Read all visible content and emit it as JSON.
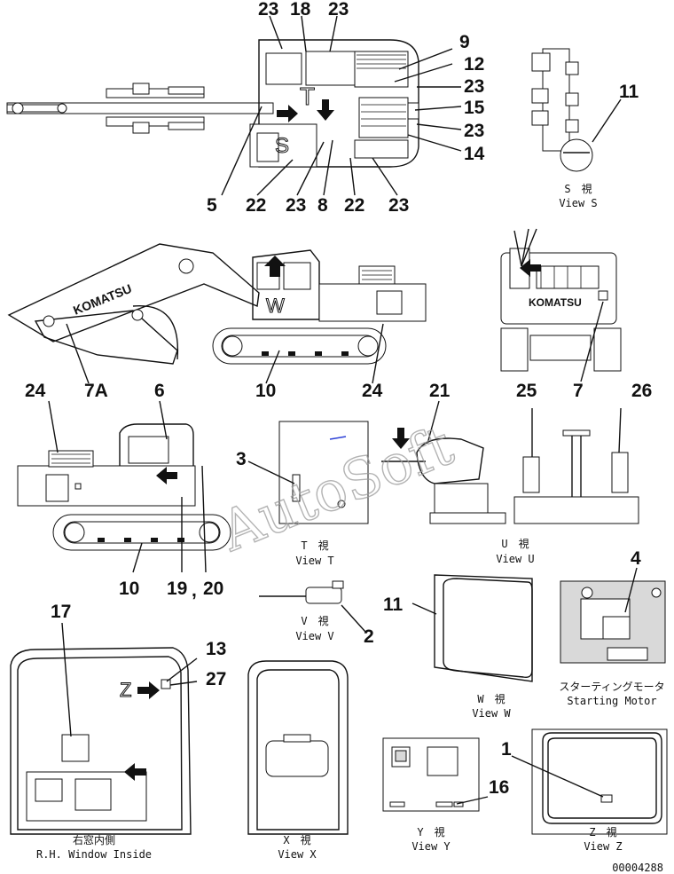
{
  "callouts": [
    "23",
    "18",
    "23",
    "9",
    "12",
    "23",
    "15",
    "23",
    "14",
    "5",
    "22",
    "23",
    "8",
    "22",
    "23",
    "11",
    "7",
    "24",
    "7A",
    "6",
    "10",
    "24",
    "21",
    "25",
    "26",
    "3",
    "19",
    "20",
    "10",
    "4",
    "11",
    "2",
    "17",
    "13",
    "27",
    "1",
    "16"
  ],
  "comma": ",",
  "views": {
    "s": {
      "jp": "S　視",
      "en": "View S"
    },
    "t": {
      "jp": "T　視",
      "en": "View T"
    },
    "u": {
      "jp": "U　視",
      "en": "View U"
    },
    "v": {
      "jp": "V　視",
      "en": "View V"
    },
    "w": {
      "jp": "W　視",
      "en": "View W"
    },
    "starting_motor": {
      "jp": "スターティングモータ",
      "en": "Starting Motor"
    },
    "rh_window": {
      "jp": "右窓内側",
      "en": "R.H. Window Inside"
    },
    "x": {
      "jp": "X　視",
      "en": "View X"
    },
    "y": {
      "jp": "Y　視",
      "en": "View Y"
    },
    "z": {
      "jp": "Z　視",
      "en": "View Z"
    }
  },
  "view_letters": {
    "s": "S",
    "t": "T",
    "w": "W",
    "z": "Z"
  },
  "brand": "KOMATSU",
  "watermark": "AutoSoft",
  "drawing_number": "00004288"
}
